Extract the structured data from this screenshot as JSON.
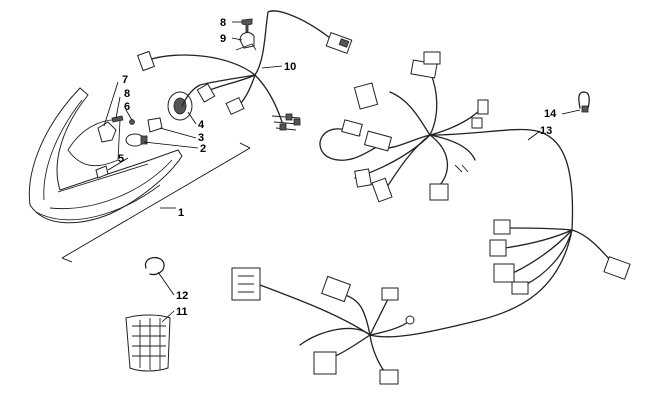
{
  "callouts": [
    {
      "id": "c1",
      "label": "1"
    },
    {
      "id": "c2",
      "label": "2"
    },
    {
      "id": "c3",
      "label": "3"
    },
    {
      "id": "c4",
      "label": "4"
    },
    {
      "id": "c5",
      "label": "5"
    },
    {
      "id": "c6",
      "label": "6"
    },
    {
      "id": "c7",
      "label": "7"
    },
    {
      "id": "c8a",
      "label": "8"
    },
    {
      "id": "c8b",
      "label": "8"
    },
    {
      "id": "c9",
      "label": "9"
    },
    {
      "id": "c10",
      "label": "10"
    },
    {
      "id": "c11",
      "label": "11"
    },
    {
      "id": "c12",
      "label": "12"
    },
    {
      "id": "c13",
      "label": "13"
    },
    {
      "id": "c14",
      "label": "14"
    }
  ],
  "colors": {
    "line": "#222222",
    "background": "#ffffff"
  }
}
